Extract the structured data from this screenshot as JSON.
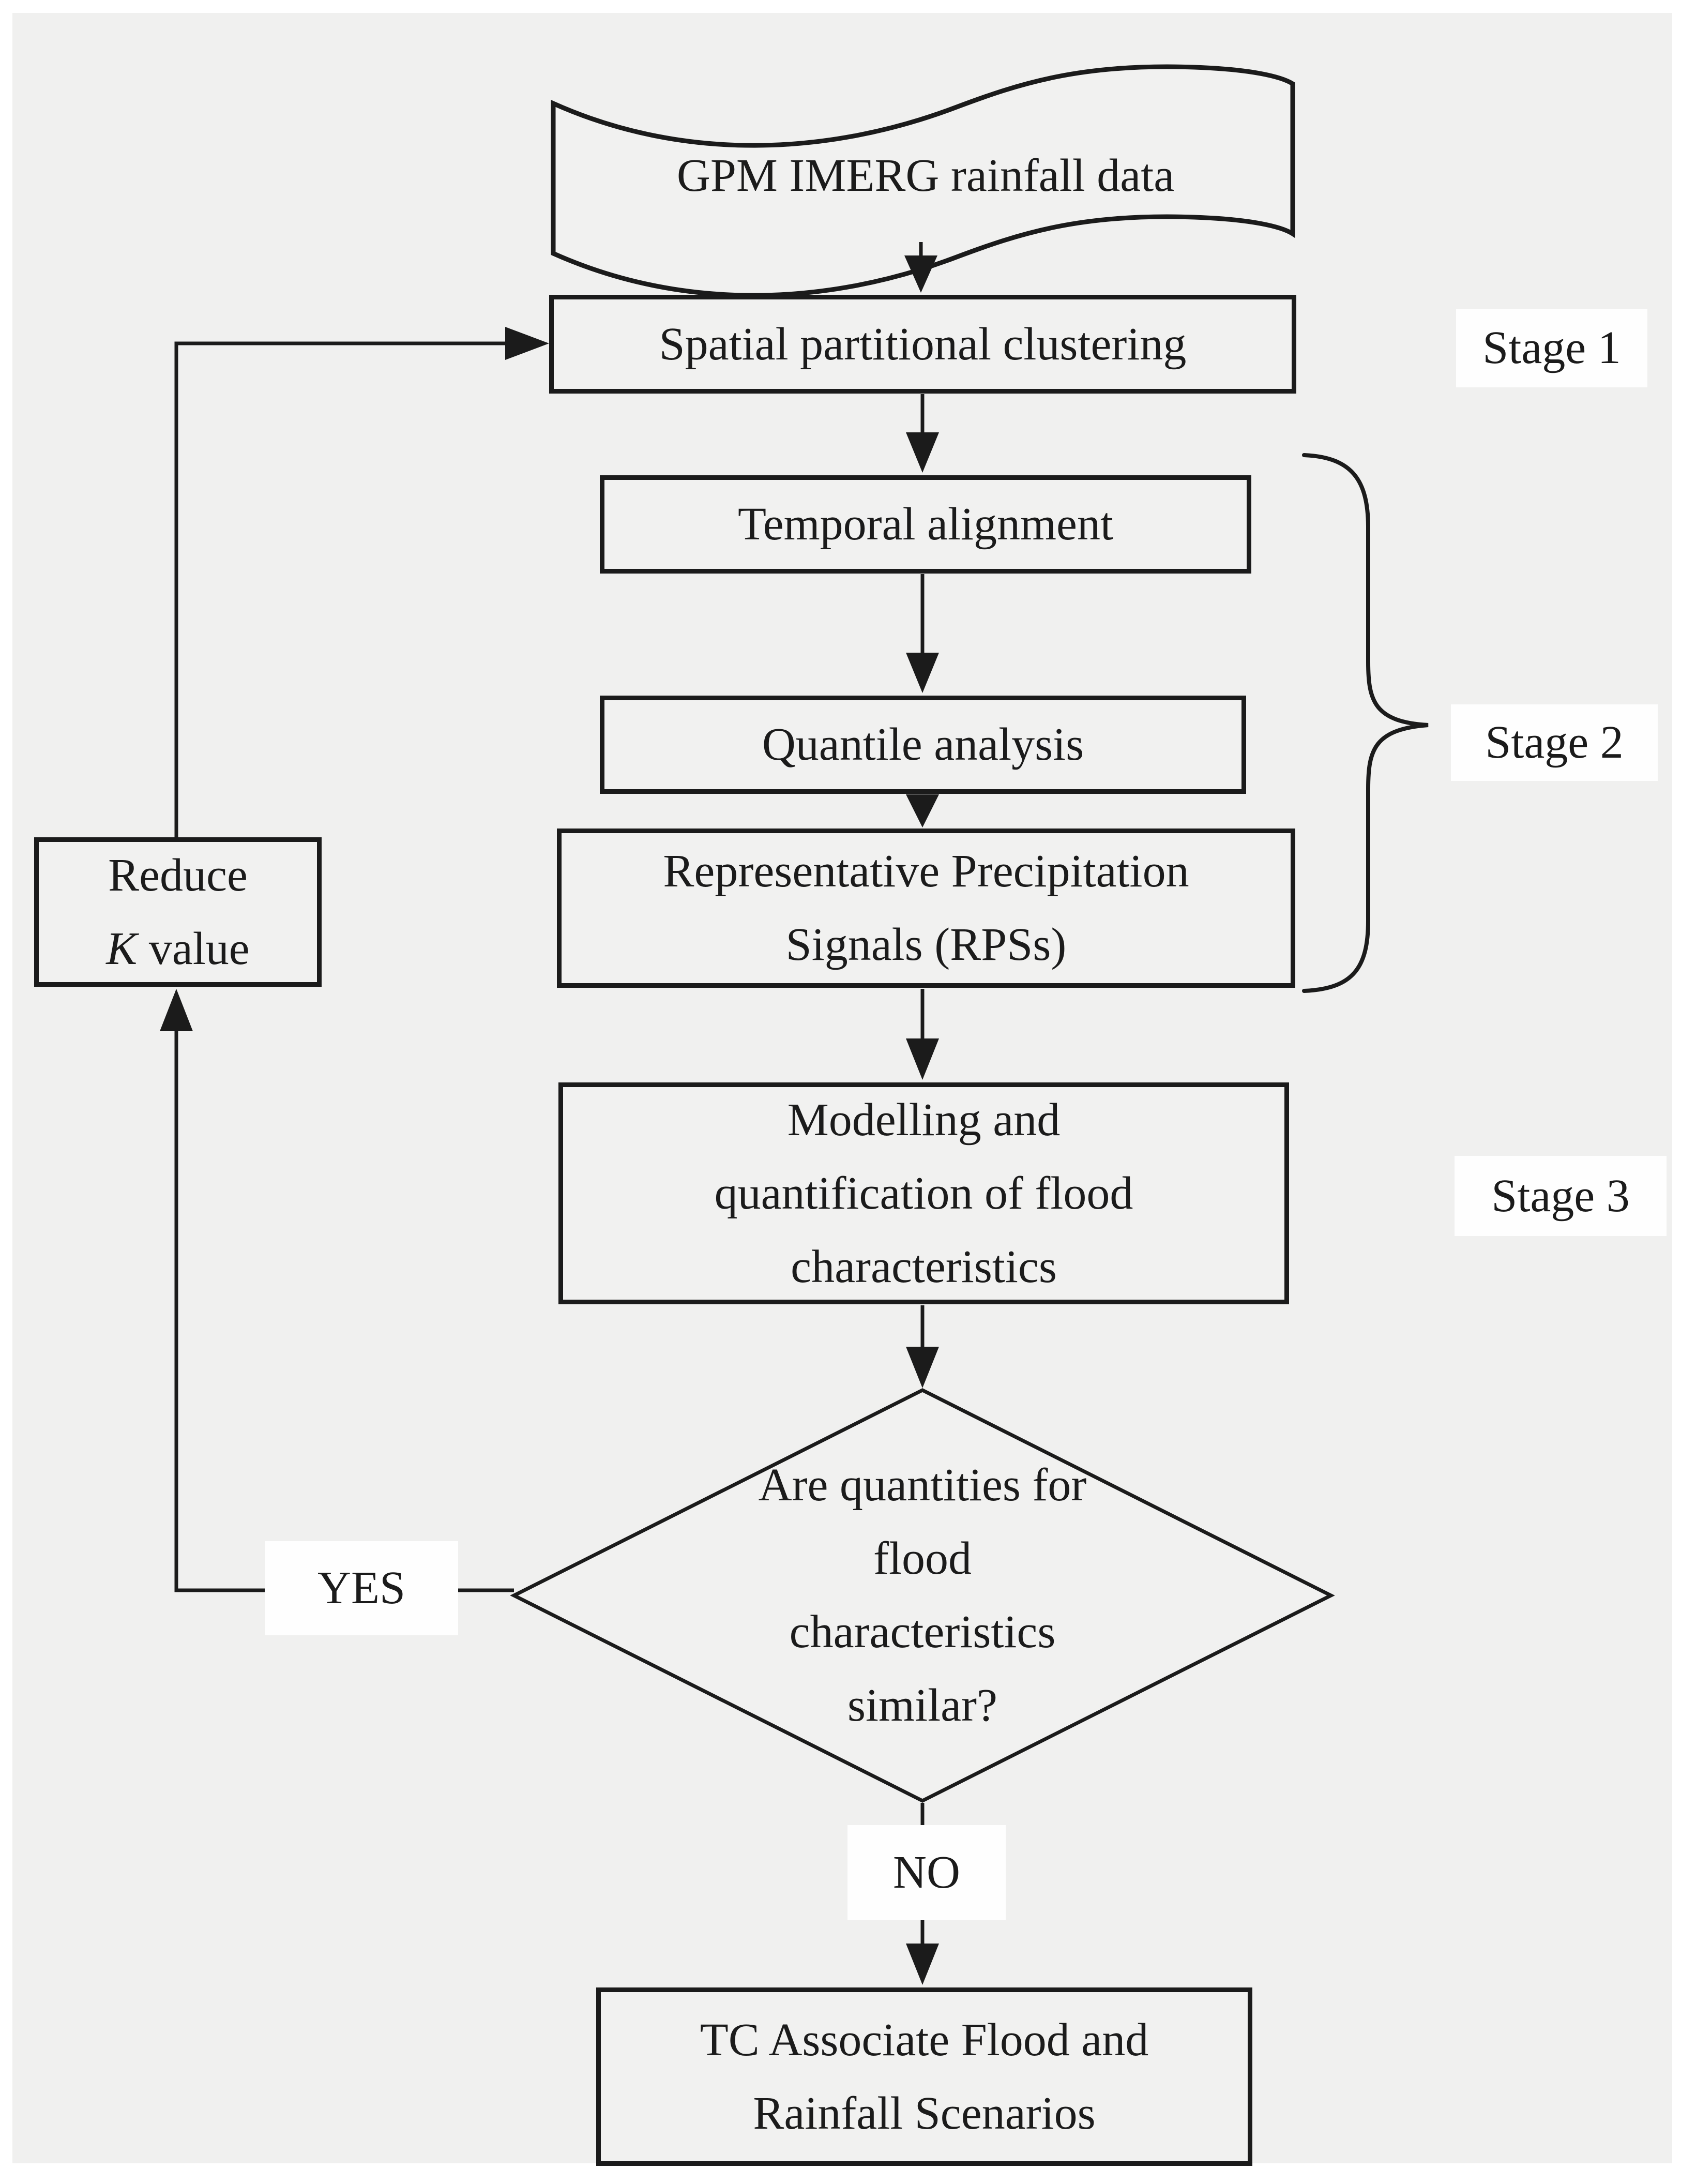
{
  "meta": {
    "canvas_color": "#f0f0ef",
    "node_fill": "#f1f1f0",
    "ink_color": "#1b1b1b",
    "label_background": "#fefefe"
  },
  "nodes": {
    "data_source": {
      "label": "GPM IMERG rainfall data"
    },
    "spatial_clustering": {
      "label": "Spatial partitional clustering"
    },
    "temporal_alignment": {
      "label": "Temporal alignment"
    },
    "quantile_analysis": {
      "label": "Quantile analysis"
    },
    "rps": {
      "line1": "Representative Precipitation",
      "line2": "Signals (RPSs)"
    },
    "modelling": {
      "line1": "Modelling and",
      "line2": "quantification of flood",
      "line3": "characteristics"
    },
    "decision": {
      "line1": "Are quantities for",
      "line2": "flood",
      "line3": "characteristics",
      "line4": "similar?"
    },
    "scenarios": {
      "line1": "TC Associate Flood and",
      "line2": "Rainfall Scenarios"
    },
    "reduce_k": {
      "line1": "Reduce",
      "line2_italic": "K",
      "line2_rest": " value"
    }
  },
  "stages": {
    "stage1": "Stage 1",
    "stage2": "Stage 2",
    "stage3": "Stage 3"
  },
  "branches": {
    "yes": "YES",
    "no": "NO"
  }
}
